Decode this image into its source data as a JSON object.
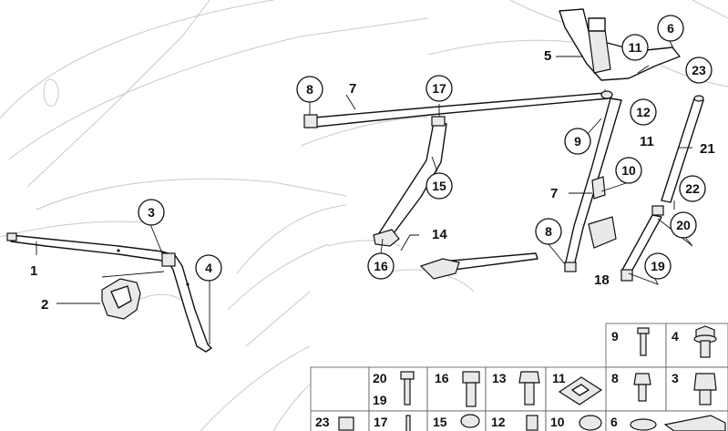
{
  "callouts": {
    "c1": "1",
    "c2": "2",
    "c3": "3",
    "c4": "4",
    "c5": "5",
    "c6": "6",
    "c7a": "7",
    "c7b": "7",
    "c8a": "8",
    "c8b": "8",
    "c9": "9",
    "c10": "10",
    "c11a": "11",
    "c11b": "11",
    "c12": "12",
    "c14": "14",
    "c15": "15",
    "c16": "16",
    "c17": "17",
    "c18": "18",
    "c19": "19",
    "c20": "20",
    "c21": "21",
    "c22": "22",
    "c23": "23"
  },
  "table": {
    "t9": "9",
    "t4": "4",
    "t8": "8",
    "t3": "3",
    "t20": "20",
    "t19": "19",
    "t16": "16",
    "t13": "13",
    "t11": "11",
    "t23": "23",
    "t17": "17",
    "t15": "15",
    "t12": "12",
    "t10": "10",
    "t6": "6"
  }
}
